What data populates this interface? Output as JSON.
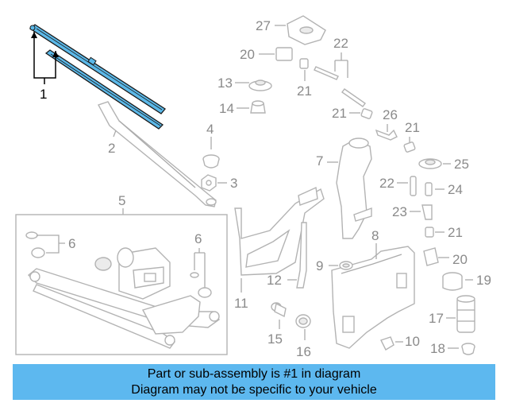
{
  "callouts": {
    "c1": "1",
    "c2": "2",
    "c3": "3",
    "c4": "4",
    "c5": "5",
    "c6a": "6",
    "c6b": "6",
    "c7": "7",
    "c8": "8",
    "c9": "9",
    "c10": "10",
    "c11": "11",
    "c12": "12",
    "c13": "13",
    "c14": "14",
    "c15": "15",
    "c16": "16",
    "c17": "17",
    "c18": "18",
    "c19": "19",
    "c20a": "20",
    "c20b": "20",
    "c21a": "21",
    "c21b": "21",
    "c21c": "21",
    "c21d": "21",
    "c22a": "22",
    "c22b": "22",
    "c23": "23",
    "c24": "24",
    "c25": "25",
    "c26": "26",
    "c27": "27"
  },
  "banner": {
    "line1": "Part or sub-assembly is #1 in diagram",
    "line2": "Diagram may not be specific to your vehicle",
    "color": "#5db8ef"
  },
  "colors": {
    "highlight": "#5bb8e8",
    "part_stroke": "#b3b3b3",
    "label_gray": "#8a8a8a"
  }
}
